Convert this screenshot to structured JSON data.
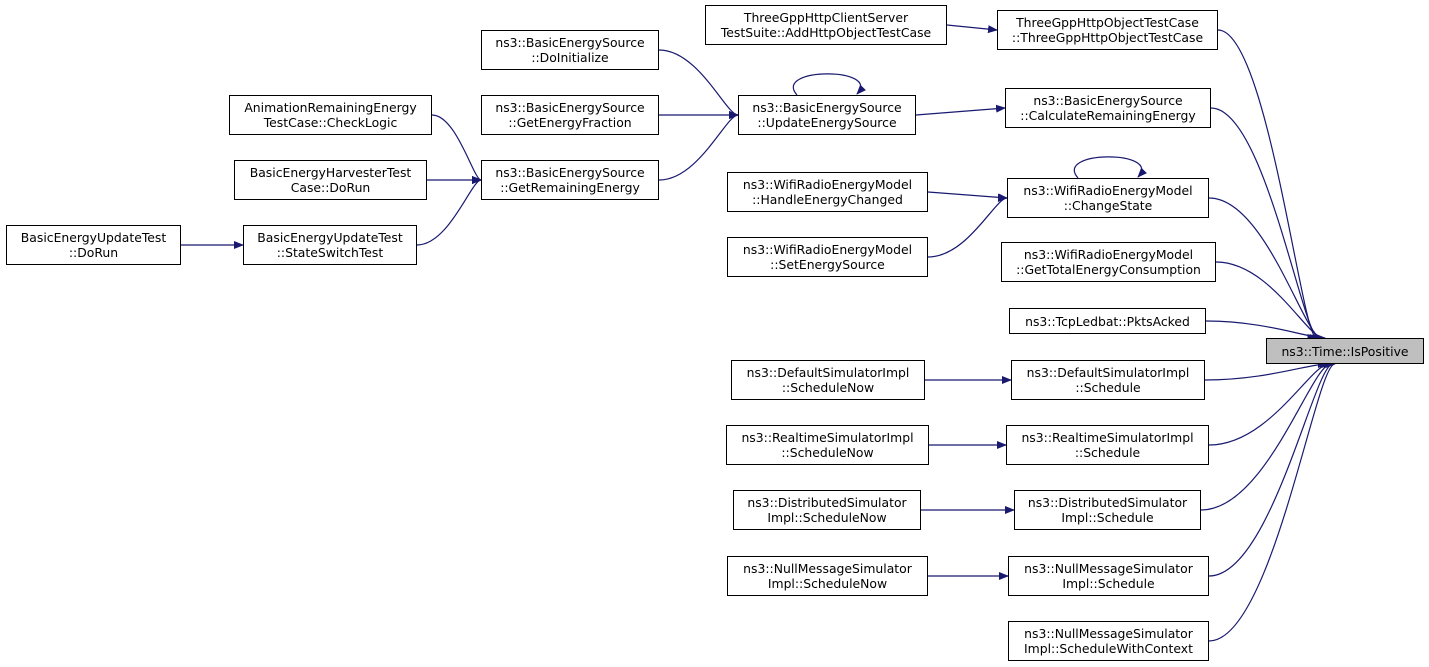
{
  "colors": {
    "edge": "#191970",
    "node_border": "#000000",
    "node_fill": "#ffffff",
    "target_fill": "#bfbfbf"
  },
  "nodes": {
    "ispositive": {
      "lines": [
        "ns3::Time::IsPositive"
      ]
    },
    "httpsuite": {
      "lines": [
        "ThreeGppHttpClientServer",
        "TestSuite::AddHttpObjectTestCase"
      ]
    },
    "httpcase": {
      "lines": [
        "ThreeGppHttpObjectTestCase",
        "::ThreeGppHttpObjectTestCase"
      ]
    },
    "doinit": {
      "lines": [
        "ns3::BasicEnergySource",
        "::DoInitialize"
      ]
    },
    "getfraction": {
      "lines": [
        "ns3::BasicEnergySource",
        "::GetEnergyFraction"
      ]
    },
    "updatesrc": {
      "lines": [
        "ns3::BasicEnergySource",
        "::UpdateEnergySource"
      ]
    },
    "calcrem": {
      "lines": [
        "ns3::BasicEnergySource",
        "::CalculateRemainingEnergy"
      ]
    },
    "animcheck": {
      "lines": [
        "AnimationRemainingEnergy",
        "TestCase::CheckLogic"
      ]
    },
    "harvestrun": {
      "lines": [
        "BasicEnergyHarvesterTest",
        "Case::DoRun"
      ]
    },
    "getrem": {
      "lines": [
        "ns3::BasicEnergySource",
        "::GetRemainingEnergy"
      ]
    },
    "updrun": {
      "lines": [
        "BasicEnergyUpdateTest",
        "::DoRun"
      ]
    },
    "stateswitch": {
      "lines": [
        "BasicEnergyUpdateTest",
        "::StateSwitchTest"
      ]
    },
    "handleenergy": {
      "lines": [
        "ns3::WifiRadioEnergyModel",
        "::HandleEnergyChanged"
      ]
    },
    "changestate": {
      "lines": [
        "ns3::WifiRadioEnergyModel",
        "::ChangeState"
      ]
    },
    "setenergy": {
      "lines": [
        "ns3::WifiRadioEnergyModel",
        "::SetEnergySource"
      ]
    },
    "gettotal": {
      "lines": [
        "ns3::WifiRadioEnergyModel",
        "::GetTotalEnergyConsumption"
      ]
    },
    "pktsacked": {
      "lines": [
        "ns3::TcpLedbat::PktsAcked"
      ]
    },
    "defnow": {
      "lines": [
        "ns3::DefaultSimulatorImpl",
        "::ScheduleNow"
      ]
    },
    "defsched": {
      "lines": [
        "ns3::DefaultSimulatorImpl",
        "::Schedule"
      ]
    },
    "rtnow": {
      "lines": [
        "ns3::RealtimeSimulatorImpl",
        "::ScheduleNow"
      ]
    },
    "rtsched": {
      "lines": [
        "ns3::RealtimeSimulatorImpl",
        "::Schedule"
      ]
    },
    "distnow": {
      "lines": [
        "ns3::DistributedSimulator",
        "Impl::ScheduleNow"
      ]
    },
    "distsched": {
      "lines": [
        "ns3::DistributedSimulator",
        "Impl::Schedule"
      ]
    },
    "nullnow": {
      "lines": [
        "ns3::NullMessageSimulator",
        "Impl::ScheduleNow"
      ]
    },
    "nullsched": {
      "lines": [
        "ns3::NullMessageSimulator",
        "Impl::Schedule"
      ]
    },
    "nullctx": {
      "lines": [
        "ns3::NullMessageSimulator",
        "Impl::ScheduleWithContext"
      ]
    }
  },
  "edges": [
    {
      "from": "httpsuite",
      "to": "httpcase"
    },
    {
      "from": "httpcase",
      "to": "ispositive"
    },
    {
      "from": "doinit",
      "to": "updatesrc"
    },
    {
      "from": "getfraction",
      "to": "updatesrc"
    },
    {
      "from": "updatesrc",
      "to": "updatesrc"
    },
    {
      "from": "getrem",
      "to": "updatesrc"
    },
    {
      "from": "updatesrc",
      "to": "calcrem"
    },
    {
      "from": "calcrem",
      "to": "ispositive"
    },
    {
      "from": "animcheck",
      "to": "getrem"
    },
    {
      "from": "harvestrun",
      "to": "getrem"
    },
    {
      "from": "stateswitch",
      "to": "getrem"
    },
    {
      "from": "updrun",
      "to": "stateswitch"
    },
    {
      "from": "changestate",
      "to": "changestate"
    },
    {
      "from": "handleenergy",
      "to": "changestate"
    },
    {
      "from": "setenergy",
      "to": "changestate"
    },
    {
      "from": "changestate",
      "to": "ispositive"
    },
    {
      "from": "gettotal",
      "to": "ispositive"
    },
    {
      "from": "pktsacked",
      "to": "ispositive"
    },
    {
      "from": "defnow",
      "to": "defsched"
    },
    {
      "from": "defsched",
      "to": "ispositive"
    },
    {
      "from": "rtnow",
      "to": "rtsched"
    },
    {
      "from": "rtsched",
      "to": "ispositive"
    },
    {
      "from": "distnow",
      "to": "distsched"
    },
    {
      "from": "distsched",
      "to": "ispositive"
    },
    {
      "from": "nullnow",
      "to": "nullsched"
    },
    {
      "from": "nullsched",
      "to": "ispositive"
    },
    {
      "from": "nullctx",
      "to": "ispositive"
    }
  ]
}
